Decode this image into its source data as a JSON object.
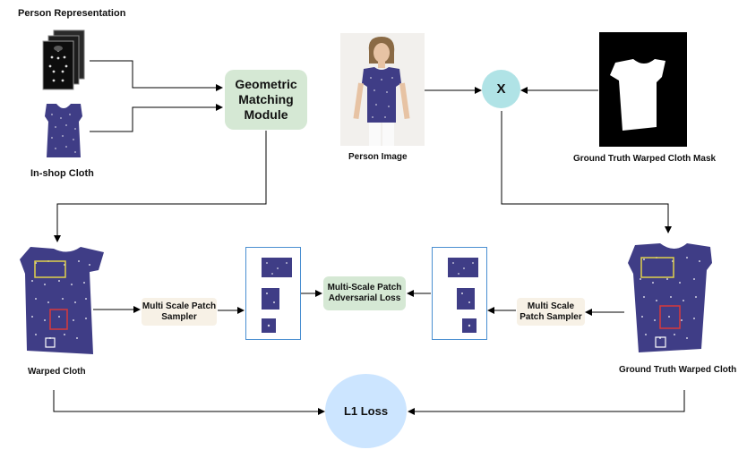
{
  "labels": {
    "person_representation": "Person Representation",
    "inshop_cloth": "In-shop Cloth",
    "person_image": "Person Image",
    "gt_mask": "Ground Truth Warped Cloth Mask",
    "warped_cloth": "Warped Cloth",
    "gt_warped_cloth": "Ground Truth Warped Cloth"
  },
  "nodes": {
    "gmm": "Geometric Matching Module",
    "multiply": "X",
    "sampler_left": "Multi Scale Patch Sampler",
    "sampler_right": "Multi Scale Patch Sampler",
    "adv_loss": "Multi-Scale Patch Adversarial Loss",
    "l1_loss": "L1 Loss"
  },
  "colors": {
    "gmm_fill": "#d5e8d4",
    "adv_fill": "#d5e8d4",
    "sampler_fill": "#f7f1e6",
    "multiply_fill": "#b0e3e6",
    "l1_fill": "#cce5ff",
    "cloth_navy": "#3f3d86",
    "patch_border": "#4a8fd1",
    "yellow_patch": "#e0d24a",
    "red_patch": "#d93a3a"
  }
}
